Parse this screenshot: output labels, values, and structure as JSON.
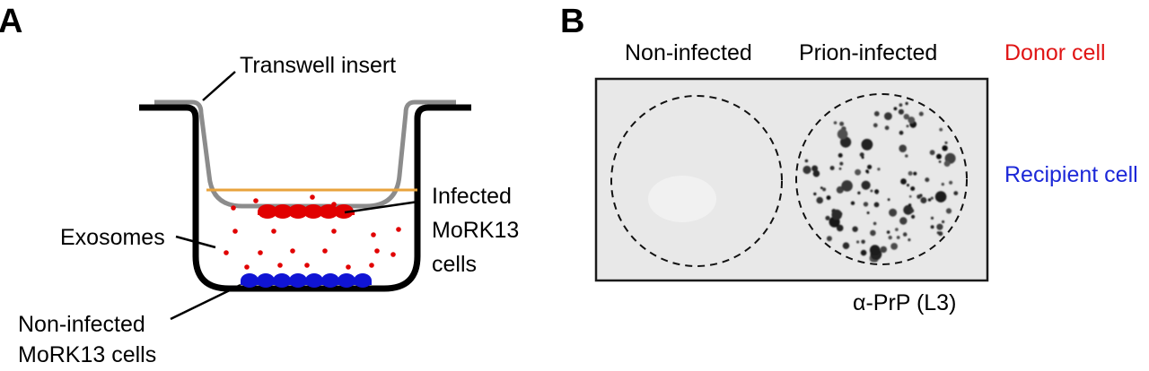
{
  "panel_a": {
    "letter": "A",
    "labels": {
      "transwell_insert": "Transwell insert",
      "exosomes": "Exosomes",
      "infected_line1": "Infected",
      "infected_line2": "MoRK13",
      "infected_line3": "cells",
      "noninfected_line1": "Non-infected",
      "noninfected_line2": "MoRK13 cells"
    },
    "colors": {
      "well_wall": "#000000",
      "insert_wall": "#8c8c8c",
      "insert_membrane": "#e8a33c",
      "infected_cells": "#e10000",
      "recipient_cells": "#1014d4",
      "exosome": "#e10000"
    }
  },
  "panel_b": {
    "letter": "B",
    "column_labels": {
      "left": "Non-infected",
      "right": "Prion-infected"
    },
    "row_labels": {
      "donor": "Donor cell",
      "recipient": "Recipient cell"
    },
    "antibody_label": "α-PrP (L3)",
    "colors": {
      "donor": "#e01414",
      "recipient": "#1c28d8",
      "blot_bg": "#e8e8e8",
      "spot": "#1a1a1a"
    }
  }
}
